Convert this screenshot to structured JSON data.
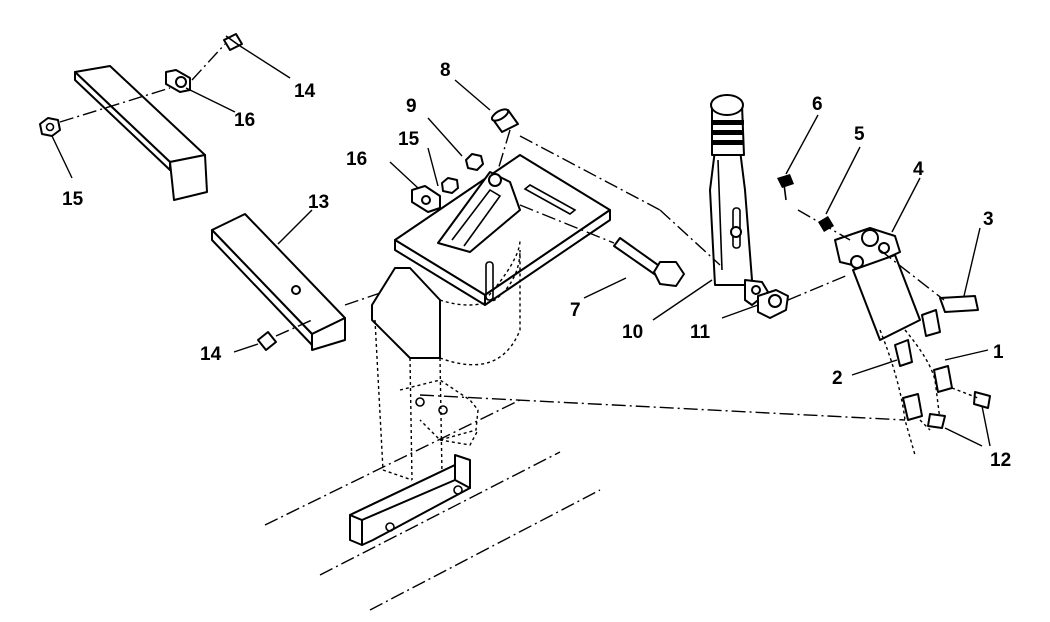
{
  "diagram": {
    "callouts": [
      {
        "id": "c1",
        "text": "1"
      },
      {
        "id": "c2",
        "text": "2"
      },
      {
        "id": "c3",
        "text": "3"
      },
      {
        "id": "c4",
        "text": "4"
      },
      {
        "id": "c5",
        "text": "5"
      },
      {
        "id": "c6",
        "text": "6"
      },
      {
        "id": "c7",
        "text": "7"
      },
      {
        "id": "c8",
        "text": "8"
      },
      {
        "id": "c9",
        "text": "9"
      },
      {
        "id": "c10",
        "text": "10"
      },
      {
        "id": "c11",
        "text": "11"
      },
      {
        "id": "c12",
        "text": "12"
      },
      {
        "id": "c13",
        "text": "13"
      },
      {
        "id": "c14a",
        "text": "14"
      },
      {
        "id": "c14b",
        "text": "14"
      },
      {
        "id": "c15a",
        "text": "15"
      },
      {
        "id": "c15b",
        "text": "15"
      },
      {
        "id": "c16a",
        "text": "16"
      },
      {
        "id": "c16b",
        "text": "16"
      }
    ],
    "colors": {
      "ink": "#000000",
      "paper": "#ffffff"
    }
  }
}
